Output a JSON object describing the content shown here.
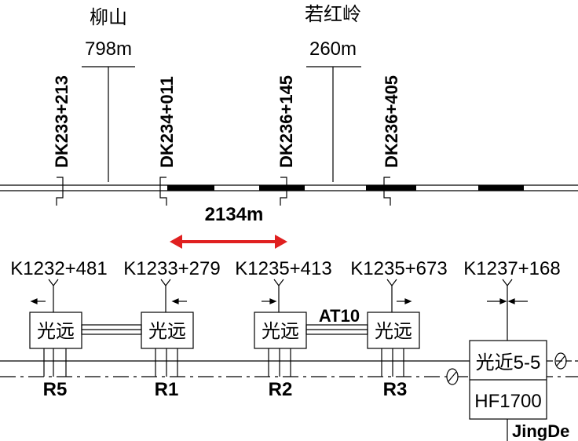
{
  "tunnels": [
    {
      "name": "柳山",
      "length": "798m"
    },
    {
      "name": "若红岭",
      "length": "260m"
    }
  ],
  "mileposts": [
    "DK233+213",
    "DK234+011",
    "DK236+145",
    "DK236+405"
  ],
  "span": {
    "label": "2134m",
    "color": "#e02020"
  },
  "km_labels": [
    "K1232+481",
    "K1233+279",
    "K1235+413",
    "K1235+673",
    "K1237+168"
  ],
  "boxes": [
    "光远",
    "光远",
    "光远",
    "光远"
  ],
  "box_ids": [
    "R5",
    "R1",
    "R2",
    "R3"
  ],
  "connector_label": "AT10",
  "station": {
    "name": "光近5-5",
    "code": "HF1700"
  },
  "corner_label": "JingDe"
}
